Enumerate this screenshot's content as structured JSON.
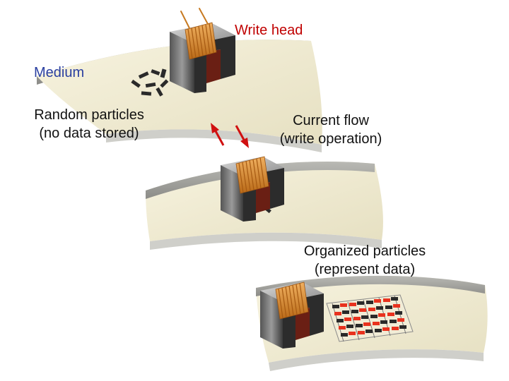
{
  "labels": {
    "write_head": "Write head",
    "medium": "Medium",
    "random_line1": "Random particles",
    "random_line2": "(no data stored)",
    "current_line1": "Current flow",
    "current_line2": "(write operation)",
    "organized_line1": "Organized particles",
    "organized_line2": "(represent data)"
  },
  "colors": {
    "label_write_head": "#c00000",
    "label_medium": "#2a3fa0",
    "coil": "#d98a2b",
    "particle_red": "#e8321e",
    "particle_dark": "#2a2a2a",
    "arrow": "#d01010"
  }
}
